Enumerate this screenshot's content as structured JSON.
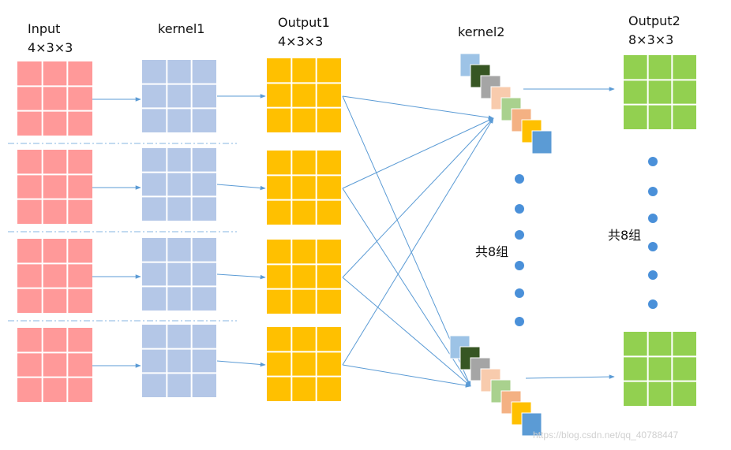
{
  "labels": {
    "input_title": "Input",
    "input_dims": "4×3×3",
    "kernel1_title": "kernel1",
    "output1_title": "Output1",
    "output1_dims": "4×3×3",
    "kernel2_title": "kernel2",
    "output2_title": "Output2",
    "output2_dims": "8×3×3",
    "groups_note_middle": "共8组",
    "groups_note_right": "共8组"
  },
  "watermark": "https://blog.csdn.net/qq_40788447",
  "colors": {
    "input": "#FF9999",
    "kernel1": "#B4C7E7",
    "output1": "#FFC000",
    "output2": "#92D050",
    "arrow": "#5B9BD5",
    "dot": "#4A90D9",
    "divider": "#9DC3E6",
    "kernel2_stack": [
      "#9DC3E6",
      "#375623",
      "#A5A5A5",
      "#F8CBAD",
      "#A9D18E",
      "#F4B183",
      "#FFC000",
      "#5B9BD5"
    ]
  },
  "structure": {
    "input_groups": 4,
    "output2_groups": 8,
    "grid": "3x3"
  }
}
